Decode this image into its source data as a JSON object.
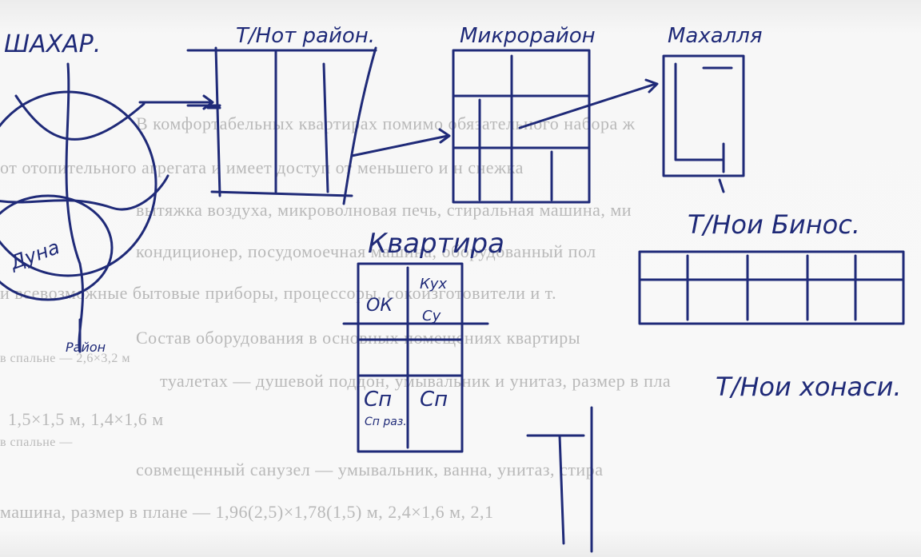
{
  "printed_text": {
    "line1": "В комфортабельных квартирах помимо обязательного набора ж",
    "line2": "от отопительного агрегата и имеет доступ от меньшего и н снежка",
    "line3": "вытяжка воздуха, микроволновая печь, стиральная машина, ми",
    "line4": "кондиционер, посудомоечная машина, оборудованный пол",
    "line5": "и всевозможные бытовые приборы, процессоры, сокоизготовители и т.",
    "line6": "Состав оборудования в основных помещениях квартиры",
    "line7": "в спальне — 2,6×3,2 м",
    "line8": "туалетах — душевой поддон, умывальник и унитаз, размер в пла",
    "line9": "1,5×1,5 м, 1,4×1,6 м",
    "line10": "в спальне —",
    "line11": "совмещенный санузел — умывальник, ванна, унитаз, стира",
    "line12": "машина, размер в плане — 1,96(2,5)×1,78(1,5) м, 2,4×1,6 м, 2,1"
  },
  "handwriting": {
    "label_city": "ШАХАР.",
    "label_district": "Т/Нот район.",
    "label_microdistrict": "Микрорайон",
    "label_mahalla": "Махалля",
    "label_apartment": "Квартира",
    "label_building": "Т/Нои Бинос.",
    "label_rooms": "Т/Нои хонаси.",
    "label_ok": "ОК",
    "label_kuh": "Кух",
    "label_su": "Су",
    "label_sp": "Сп",
    "label_sp_raz": "Сп раз.",
    "label_sp2": "Сп",
    "label_center": "Дуна",
    "label_raion": "Район"
  }
}
